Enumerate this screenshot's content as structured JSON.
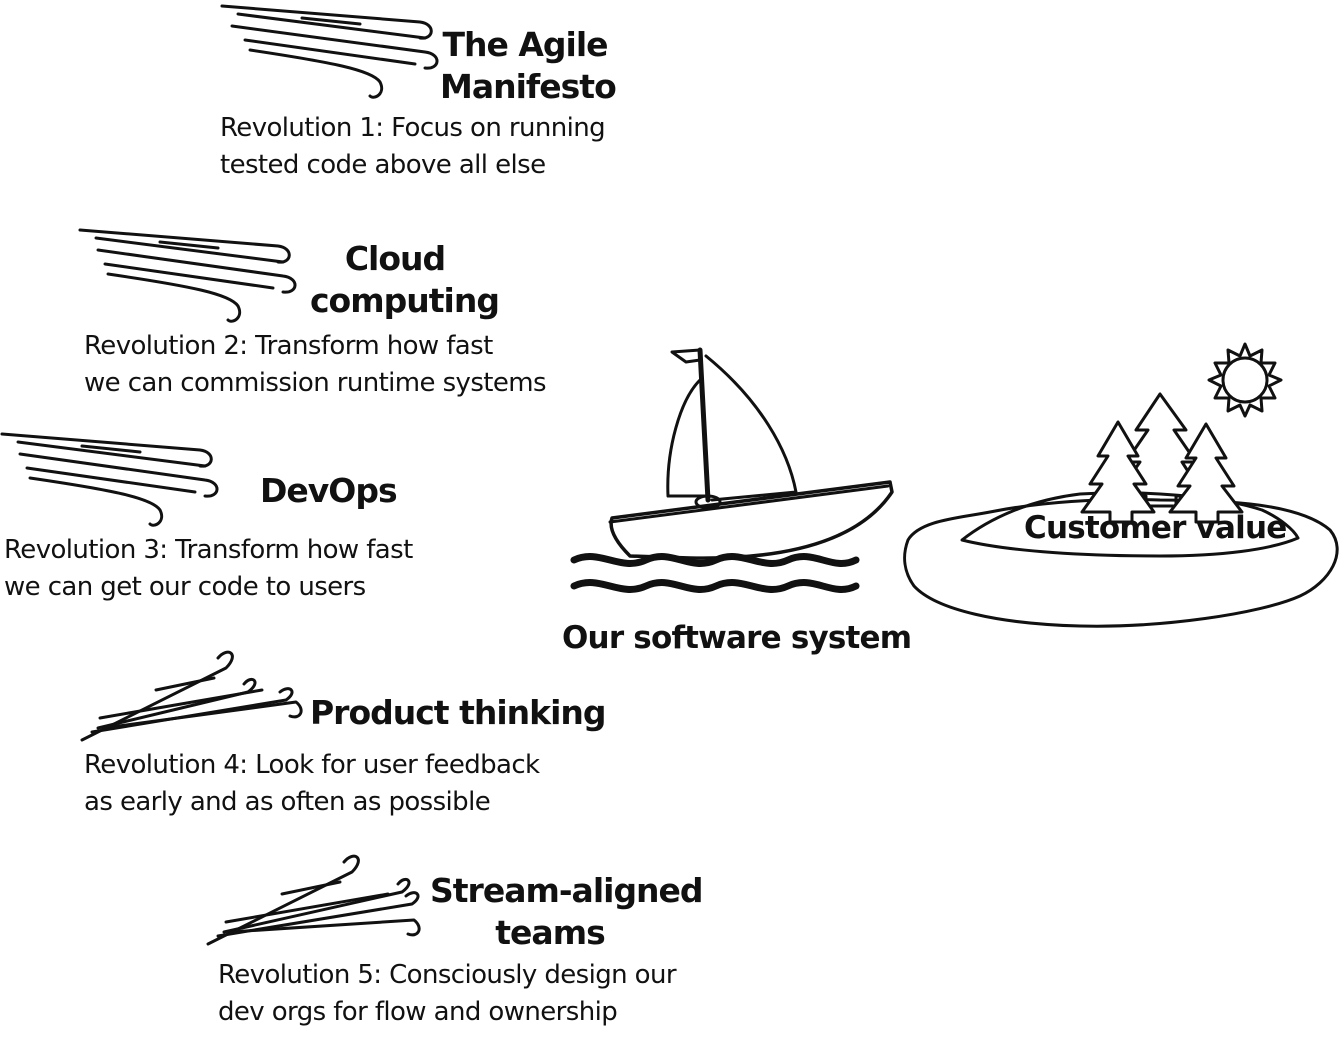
{
  "revolutions": [
    {
      "title_line1": "The Agile",
      "title_line2": "Manifesto",
      "desc_line1": "Revolution 1: Focus on running",
      "desc_line2": "tested code above all else"
    },
    {
      "title_line1": "Cloud",
      "title_line2": "computing",
      "desc_line1": "Revolution 2: Transform how fast",
      "desc_line2": "we can commission runtime systems"
    },
    {
      "title_line1": "DevOps",
      "title_line2": "",
      "desc_line1": "Revolution 3: Transform how fast",
      "desc_line2": "we can get our code to users"
    },
    {
      "title_line1": "Product thinking",
      "title_line2": "",
      "desc_line1": "Revolution 4: Look for user feedback",
      "desc_line2": "as early and as often as possible"
    },
    {
      "title_line1": "Stream-aligned",
      "title_line2": "teams",
      "desc_line1": "Revolution 5: Consciously design our",
      "desc_line2": "dev orgs for flow and ownership"
    }
  ],
  "boat_label": "Our software system",
  "island_label": "Customer value",
  "icons": [
    "wind-icon",
    "sailboat-icon",
    "waves-icon",
    "island-icon",
    "tree-icon",
    "sun-icon"
  ]
}
